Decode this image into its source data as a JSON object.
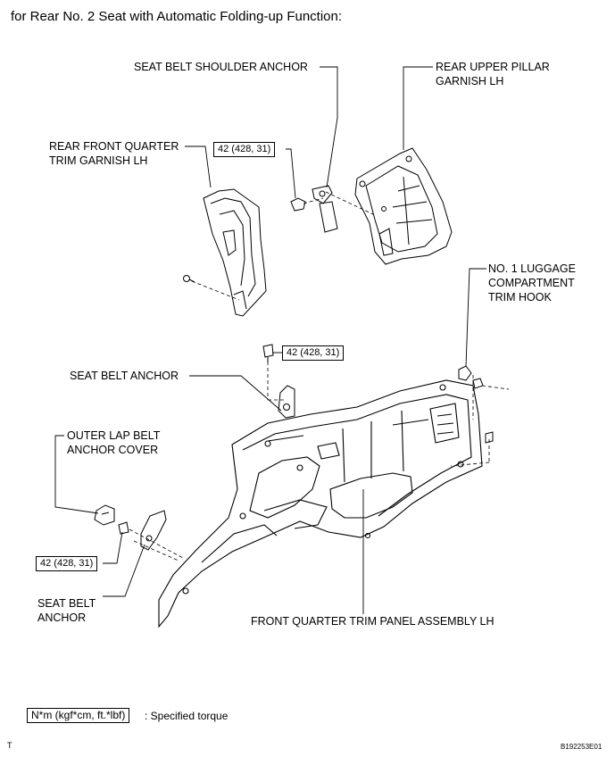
{
  "heading": "for Rear No. 2 Seat with Automatic Folding-up Function:",
  "labels": {
    "seat_belt_shoulder_anchor": "SEAT BELT SHOULDER ANCHOR",
    "rear_upper_pillar_garnish_1": "REAR UPPER PILLAR",
    "rear_upper_pillar_garnish_2": "GARNISH LH",
    "rear_front_quarter_1": "REAR FRONT QUARTER",
    "rear_front_quarter_2": "TRIM GARNISH LH",
    "luggage_hook_1": "NO. 1 LUGGAGE",
    "luggage_hook_2": "COMPARTMENT",
    "luggage_hook_3": "TRIM HOOK",
    "seat_belt_anchor_upper": "SEAT BELT ANCHOR",
    "outer_lap_belt_1": "OUTER LAP BELT",
    "outer_lap_belt_2": "ANCHOR COVER",
    "seat_belt_anchor_lower_1": "SEAT BELT",
    "seat_belt_anchor_lower_2": "ANCHOR",
    "front_quarter_panel": "FRONT QUARTER TRIM PANEL ASSEMBLY LH"
  },
  "torque": {
    "shoulder_anchor": "42 (428, 31)",
    "seat_belt_anchor": "42 (428, 31)",
    "lower_anchor": "42 (428, 31)"
  },
  "legend": {
    "unit_box": "N*m (kgf*cm, ft.*lbf)",
    "description": ": Specified torque"
  },
  "footer": {
    "left_code": "T",
    "right_code": "B192253E01"
  }
}
